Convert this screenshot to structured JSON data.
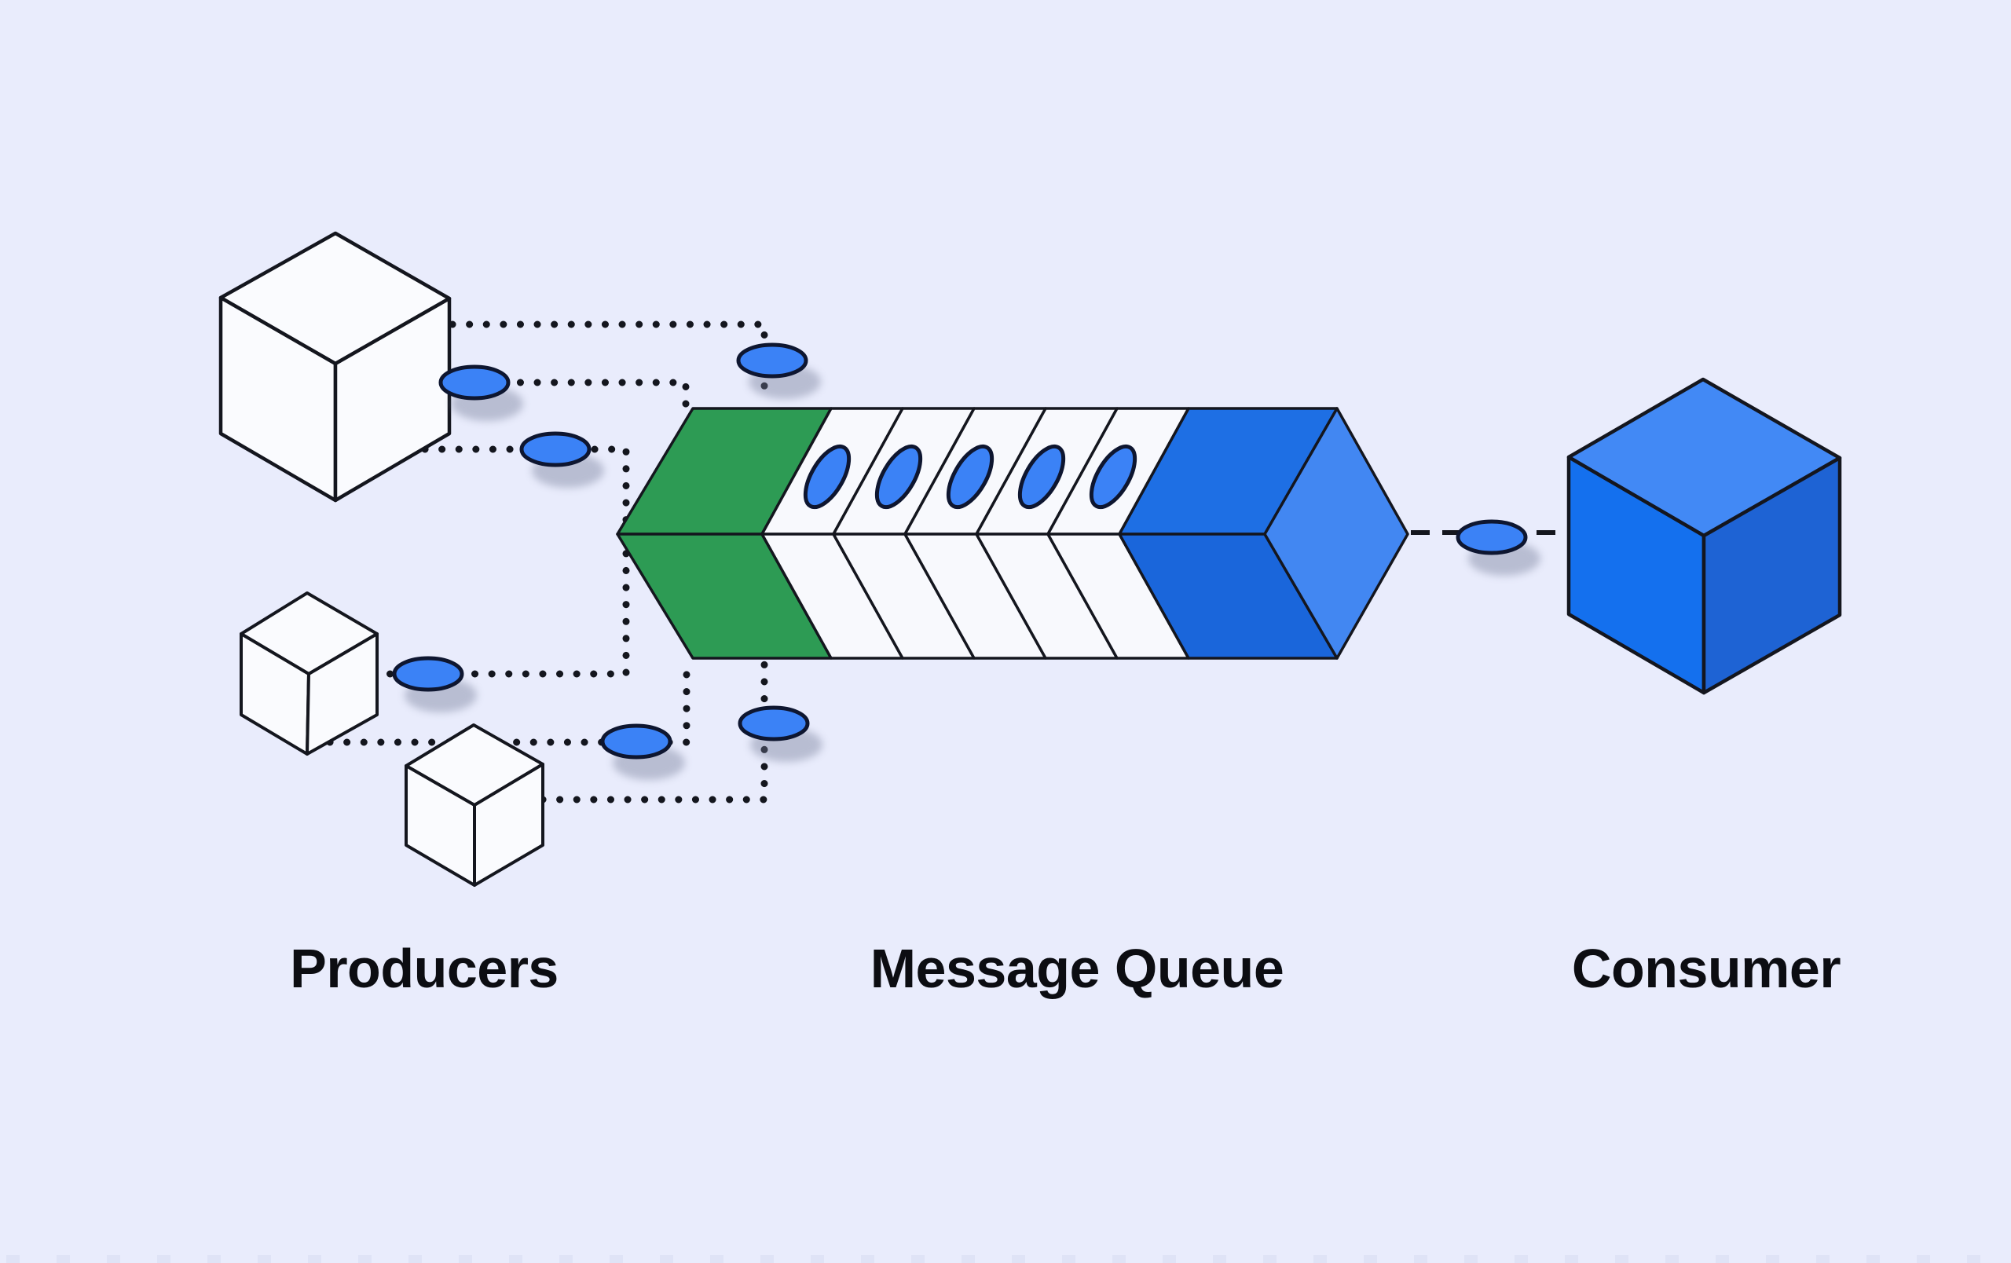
{
  "diagram": {
    "producers": {
      "label": "Producers",
      "cube_count": 3
    },
    "queue": {
      "label": "Message Queue",
      "slot_count": 5,
      "queued_messages": 5
    },
    "consumer": {
      "label": "Consumer",
      "cube_count": 1
    },
    "messages_in_transit": 7,
    "colors": {
      "background": "#E9ECFC",
      "cube_white": "#FAFBFE",
      "outline": "#14161E",
      "green_head": "#2D9B54",
      "white_slot": "#F8F9FD",
      "queue_tail_top": "#1E6FE4",
      "queue_tail_face": "#4287F2",
      "queue_tail_bottom": "#1A66DB",
      "consumer_top": "#4289F5",
      "consumer_left": "#1470EE",
      "consumer_right": "#1E63D4",
      "message_blue": "#3B82F6",
      "shadow_gray": "#707894",
      "edge_dash": "#DFE3F6"
    }
  }
}
